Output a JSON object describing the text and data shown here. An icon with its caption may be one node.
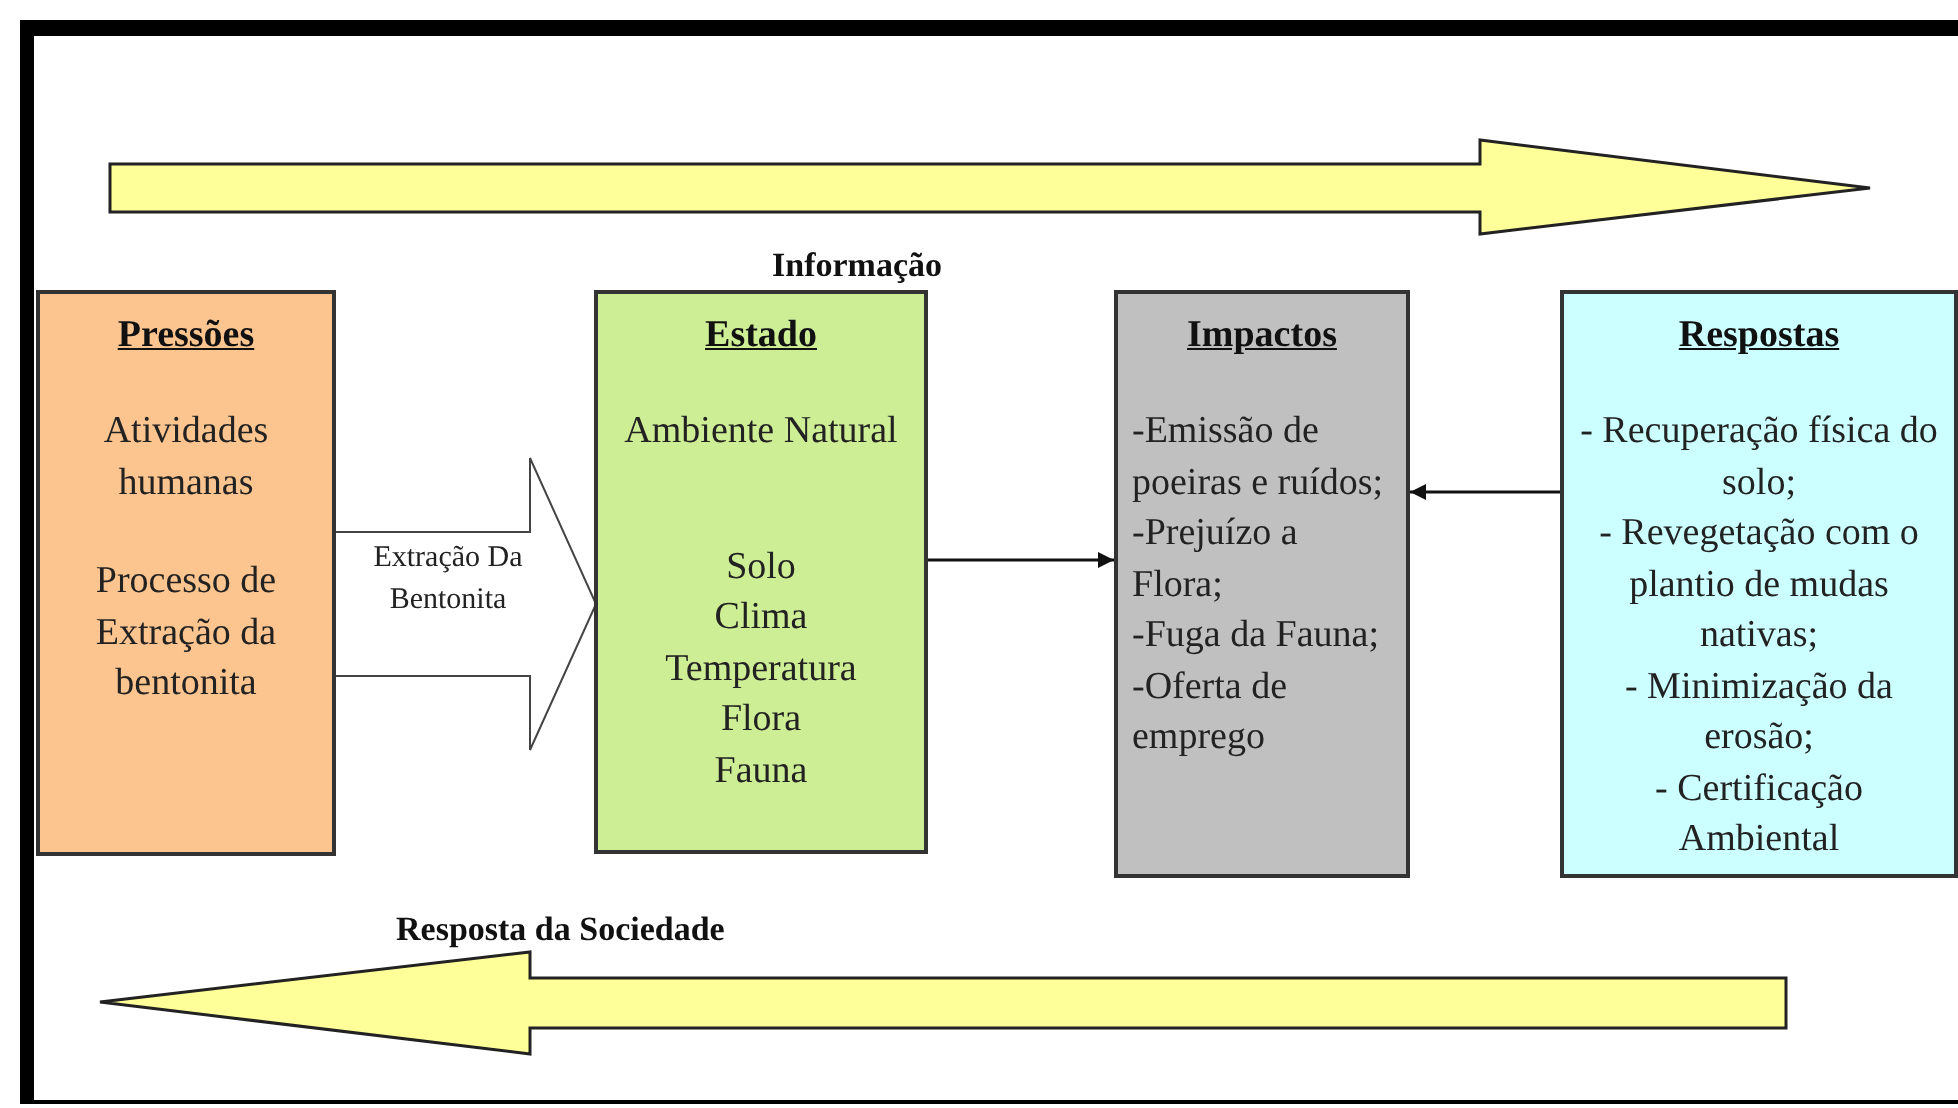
{
  "diagram": {
    "nodes": [
      {
        "text": [
          "Pressões",
          "Atividades humanas",
          "Processo de Extração da bentonita"
        ]
      },
      {
        "text": [
          "Estado",
          "Ambiente Natural",
          "Solo",
          "Clima",
          "Temperatura",
          "Flora",
          "Fauna"
        ]
      },
      {
        "text": [
          "Impactos",
          "-Emissão de poeiras e ruídos;",
          "-Prejuízo a Flora;",
          "-Fuga da Fauna;",
          "-Oferta de emprego"
        ]
      },
      {
        "text": [
          "Respostas",
          "- Recuperação física do solo;",
          "- Revegetação com o plantio de mudas nativas;",
          "- Minimização da erosão;",
          "- Certificação Ambiental"
        ]
      }
    ],
    "edges": [
      {
        "from": 0,
        "to": 1,
        "arrow": "to",
        "label": "Extração Da Bentonita"
      },
      {
        "from": 1,
        "to": 2,
        "arrow": "to"
      },
      {
        "from": 3,
        "to": 2,
        "arrow": "to"
      }
    ],
    "labels": [
      "Informação",
      "Resposta da Sociedade"
    ]
  }
}
